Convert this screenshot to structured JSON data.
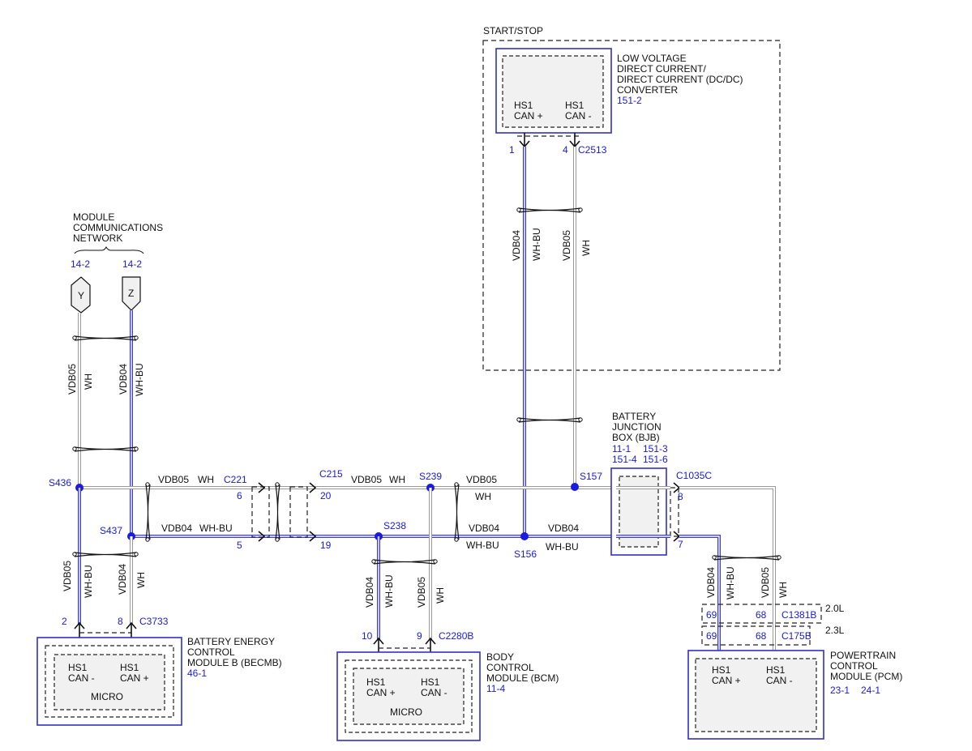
{
  "start_stop": {
    "label": "START/STOP",
    "dcdc": {
      "name_lines": [
        "LOW VOLTAGE",
        "DIRECT CURRENT/",
        "DIRECT CURRENT (DC/DC)",
        "CONVERTER"
      ],
      "ref": "151-2",
      "pin_left": [
        "HS1",
        "CAN +"
      ],
      "pin_right": [
        "HS1",
        "CAN -"
      ],
      "connector": "C2513",
      "pin_left_num": "1",
      "pin_right_num": "4"
    }
  },
  "network": {
    "label_lines": [
      "MODULE",
      "COMMUNICATIONS",
      "NETWORK"
    ],
    "ref_y": "14-2",
    "ref_z": "14-2",
    "tag_y": "Y",
    "tag_z": "Z"
  },
  "wires": {
    "vdb05": "VDB05",
    "vdb04": "VDB04",
    "wh": "WH",
    "wh_bu": "WH-BU"
  },
  "splices": {
    "s436": "S436",
    "s437": "S437",
    "s238": "S238",
    "s239": "S239",
    "s156": "S156",
    "s157": "S157"
  },
  "connectors": {
    "c221": "C221",
    "c221_pin_top": "6",
    "c221_pin_bot": "5",
    "c215": "C215",
    "c215_pin_top": "20",
    "c215_pin_bot": "19",
    "c1035c": "C1035C",
    "c1035c_pin_top": "8",
    "c1035c_pin_bot": "7",
    "c3733": "C3733",
    "c3733_pin_left": "2",
    "c3733_pin_right": "8",
    "c2280b": "C2280B",
    "c2280b_pin_left": "10",
    "c2280b_pin_right": "9",
    "c1381b": "C1381B",
    "c175b": "C175B",
    "pin_69": "69",
    "pin_68": "68",
    "engine_20": "2.0L",
    "engine_23": "2.3L"
  },
  "bjb": {
    "name_lines": [
      "BATTERY",
      "JUNCTION",
      "BOX (BJB)"
    ],
    "refs_row1": [
      "11-1",
      "151-3"
    ],
    "refs_row2": [
      "151-4",
      "151-6"
    ]
  },
  "becmb": {
    "name_lines": [
      "BATTERY ENERGY",
      "CONTROL",
      "MODULE B (BECMB)"
    ],
    "ref": "46-1",
    "pin_left": [
      "HS1",
      "CAN -"
    ],
    "pin_right": [
      "HS1",
      "CAN +"
    ],
    "micro": "MICRO"
  },
  "bcm": {
    "name_lines": [
      "BODY",
      "CONTROL",
      "MODULE (BCM)"
    ],
    "ref": "11-4",
    "pin_left": [
      "HS1",
      "CAN +"
    ],
    "pin_right": [
      "HS1",
      "CAN -"
    ],
    "micro": "MICRO"
  },
  "pcm": {
    "name_lines": [
      "POWERTRAIN",
      "CONTROL",
      "MODULE (PCM)"
    ],
    "refs": [
      "23-1",
      "24-1"
    ],
    "pin_left": [
      "HS1",
      "CAN +"
    ],
    "pin_right": [
      "HS1",
      "CAN -"
    ]
  }
}
